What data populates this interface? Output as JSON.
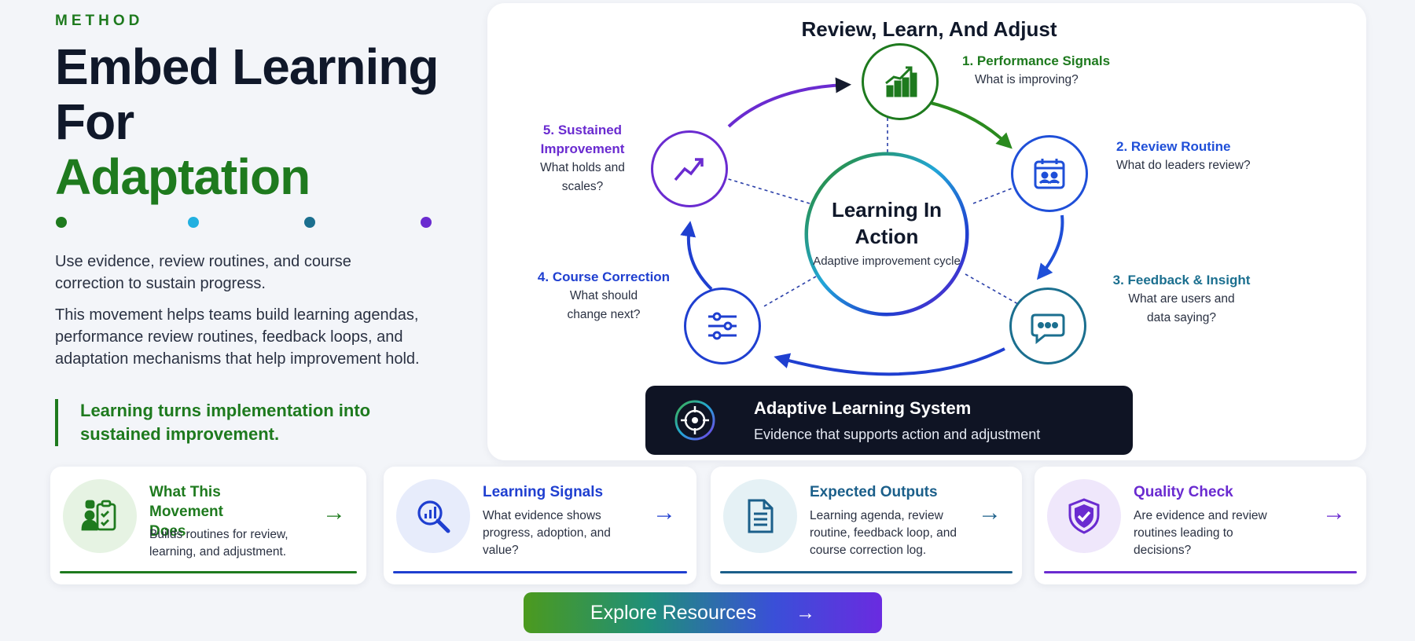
{
  "header": {
    "eyebrow": "METHOD",
    "title_line1": "Embed Learning",
    "title_line2": "For",
    "title_line3": "Adaptation"
  },
  "intro": {
    "lead": "Use evidence, review routines, and course correction to sustain progress.",
    "body": "This movement helps teams build learning agendas, performance review routines, feedback loops, and adaptation mechanisms that help improvement hold.",
    "callout": "Learning turns implementation into sustained improvement."
  },
  "diagram": {
    "title": "Review, Learn, And Adjust",
    "center": {
      "title": "Learning In Action",
      "subtitle": "Adaptive improvement cycle"
    },
    "nodes": [
      {
        "title": "1. Performance Signals",
        "question": "What is improving?",
        "icon": "bar-chart-up-icon",
        "color": "#1e7a1e"
      },
      {
        "title": "2. Review Routine",
        "question": "What do leaders review?",
        "icon": "calendar-people-icon",
        "color": "#1f4fd8"
      },
      {
        "title": "3. Feedback & Insight",
        "question": "What are users and data saying?",
        "icon": "chat-bubble-icon",
        "color": "#1b6f8f"
      },
      {
        "title": "4. Course Correction",
        "question": "What should change next?",
        "icon": "sliders-icon",
        "color": "#1f3fd0"
      },
      {
        "title": "5. Sustained Improvement",
        "question": "What holds and scales?",
        "icon": "trend-up-icon",
        "color": "#6a2bd0"
      }
    ],
    "system": {
      "title": "Adaptive Learning System",
      "subtitle": "Evidence that supports action and adjustment",
      "icon": "target-icon"
    }
  },
  "cards": [
    {
      "title": "What This Movement Does",
      "description": "Builds routines for review, learning, and adjustment.",
      "icon": "checklist-person-icon",
      "color": "#1e7a1e"
    },
    {
      "title": "Learning Signals",
      "description": "What evidence shows progress, adoption, and value?",
      "icon": "magnifier-chart-icon",
      "color": "#1f3fd0"
    },
    {
      "title": "Expected Outputs",
      "description": "Learning agenda, review routine, feedback loop, and course correction log.",
      "icon": "document-icon",
      "color": "#1b5f8a"
    },
    {
      "title": "Quality Check",
      "description": "Are evidence and review routines leading to decisions?",
      "icon": "shield-check-icon",
      "color": "#6a2bd0"
    }
  ],
  "cta": {
    "label": "Explore Resources",
    "arrow": "→"
  }
}
